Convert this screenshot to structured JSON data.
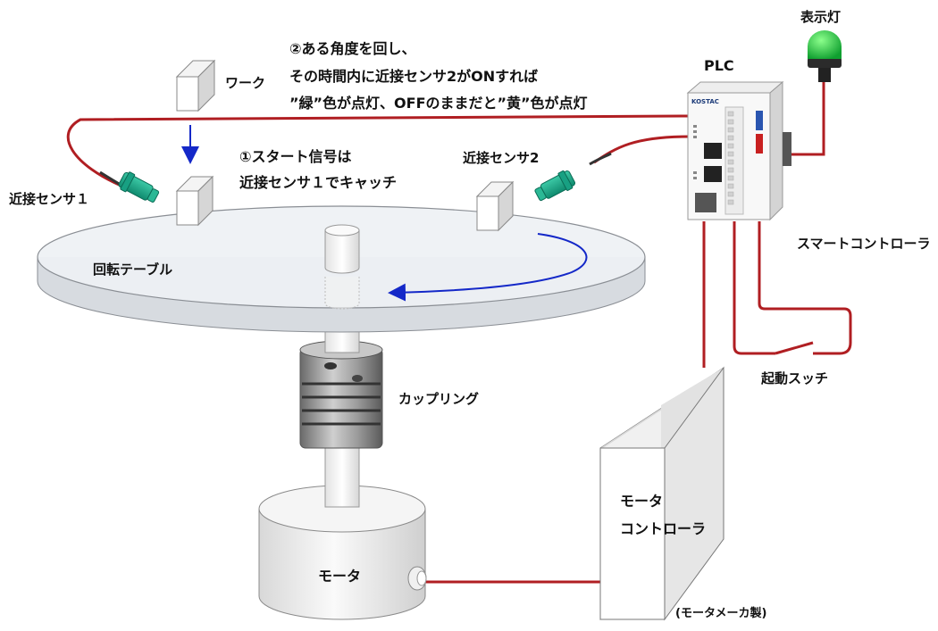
{
  "labels": {
    "work": "ワーク",
    "step2_line1": "②ある角度を回し、",
    "step2_line2": "その時間内に近接センサ2がONすれば",
    "step2_line3": "”緑”色が点灯、OFFのままだと”黄”色が点灯",
    "step1_line1": "①スタート信号は",
    "step1_line2": "近接センサ１でキャッチ",
    "sensor1": "近接センサ１",
    "sensor2": "近接センサ2",
    "rotary_table": "回転テーブル",
    "coupling": "カップリング",
    "motor": "モータ",
    "motor_controller_line1": "モータ",
    "motor_controller_line2": "コントローラ",
    "maker_note": "(モータメーカ製)",
    "plc": "PLC",
    "indicator": "表示灯",
    "smart_controller": "スマートコントローラ",
    "start_switch": "起動スッチ",
    "plc_brand": "KOSTAC"
  },
  "colors": {
    "wire": "#b01e22",
    "arrow": "#1428c8",
    "sensor": "#1aa486",
    "lamp": "#20c040"
  }
}
